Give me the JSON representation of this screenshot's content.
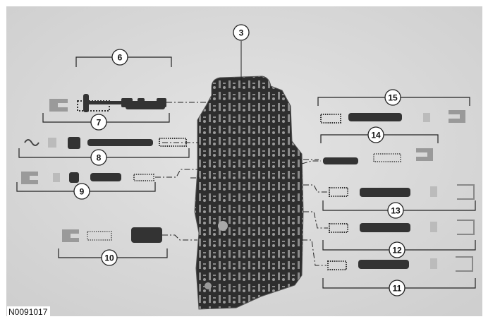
{
  "figure": {
    "id_label": "N0091017",
    "background_color": "#d6d6d6",
    "body_color": "#2e2e2e",
    "callouts": [
      "3",
      "6",
      "7",
      "8",
      "9",
      "10",
      "11",
      "12",
      "13",
      "14",
      "15"
    ]
  }
}
